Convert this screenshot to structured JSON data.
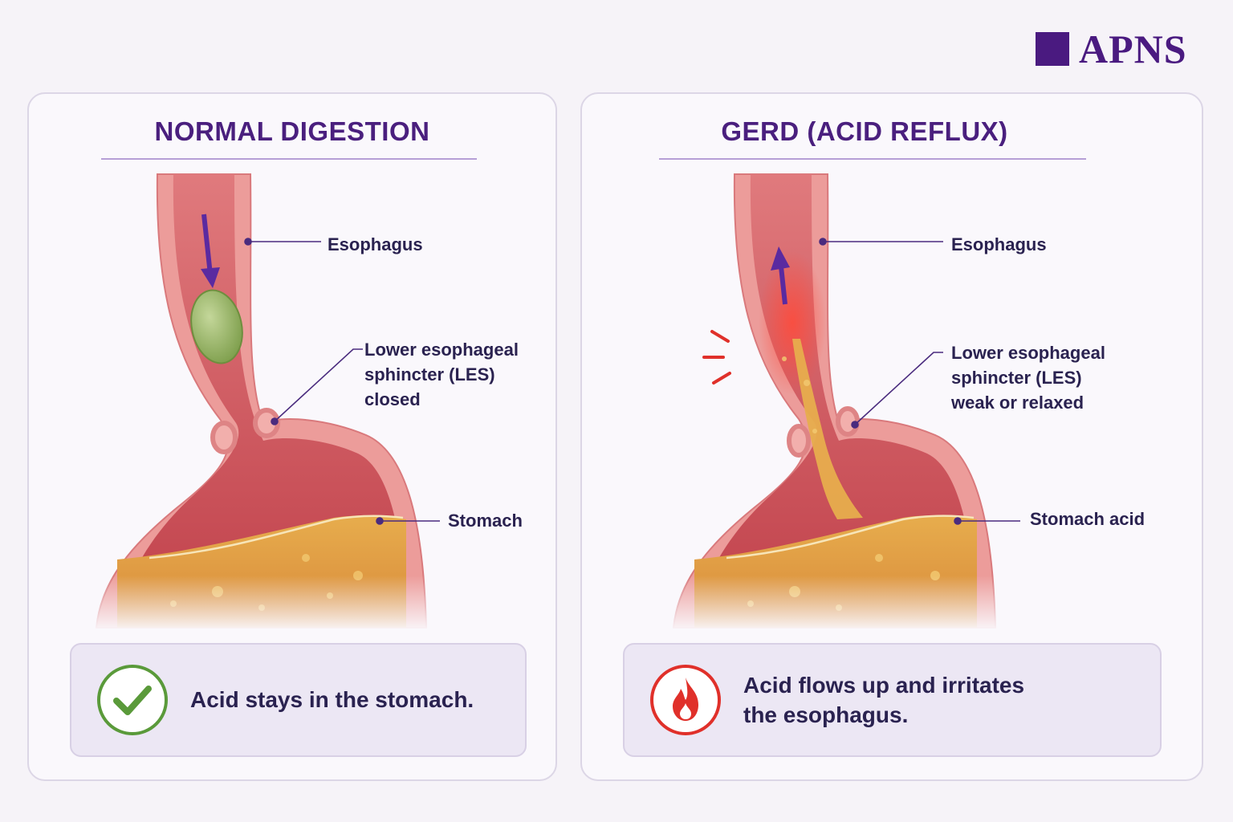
{
  "brand": {
    "logo_text": "APNS",
    "color": "#4a1a80"
  },
  "colors": {
    "title": "#4a1f7e",
    "label_text": "#2a2250",
    "leader_line": "#4a2b7e",
    "tissue": "#ec9c9a",
    "lumen": "#c94a4f",
    "acid": "#e4a84a",
    "food_bolus": "#94b15f",
    "check": "#5a9a3a",
    "flame": "#e0302a",
    "arrow": "#5a2aa0"
  },
  "panels": {
    "normal": {
      "title": "NORMAL DIGESTION",
      "labels": {
        "esophagus": "Esophagus",
        "les_line1": "Lower esophageal",
        "les_line2": "sphincter (LES)",
        "les_line3": "closed",
        "stomach": "Stomach"
      },
      "callout": {
        "icon": "check-circle-icon",
        "text": "Acid stays in the stomach."
      }
    },
    "gerd": {
      "title": "GERD (ACID REFLUX)",
      "labels": {
        "esophagus": "Esophagus",
        "les_line1": "Lower esophageal",
        "les_line2": "sphincter (LES)",
        "les_line3": "weak or relaxed",
        "stomach_acid": "Stomach acid"
      },
      "callout": {
        "icon": "flame-circle-icon",
        "text_line1": "Acid flows up and irritates",
        "text_line2": "the esophagus."
      }
    }
  }
}
